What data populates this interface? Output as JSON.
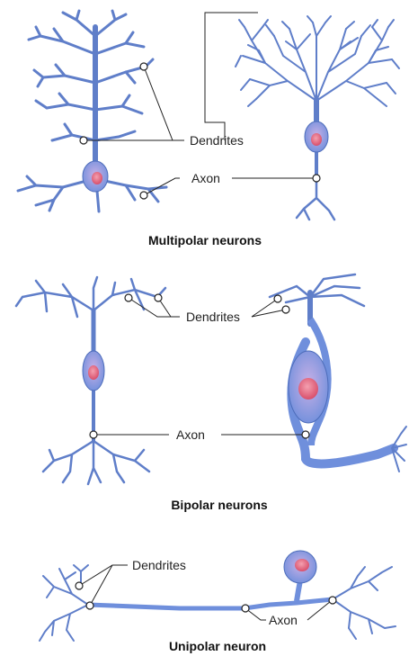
{
  "multipolar": {
    "dendrites_label": "Dendrites",
    "axon_label": "Axon",
    "caption": "Multipolar neurons"
  },
  "bipolar": {
    "dendrites_label": "Dendrites",
    "axon_label": "Axon",
    "caption": "Bipolar neurons"
  },
  "unipolar": {
    "dendrites_label": "Dendrites",
    "axon_label": "Axon",
    "caption": "Unipolar neuron"
  },
  "colors": {
    "neuron_fill": "#6f8fdc",
    "neuron_stroke": "#4d6cba",
    "nucleus": "#e0607a",
    "cytoplasm": "#b6a2dc",
    "leader_line": "#222222"
  }
}
